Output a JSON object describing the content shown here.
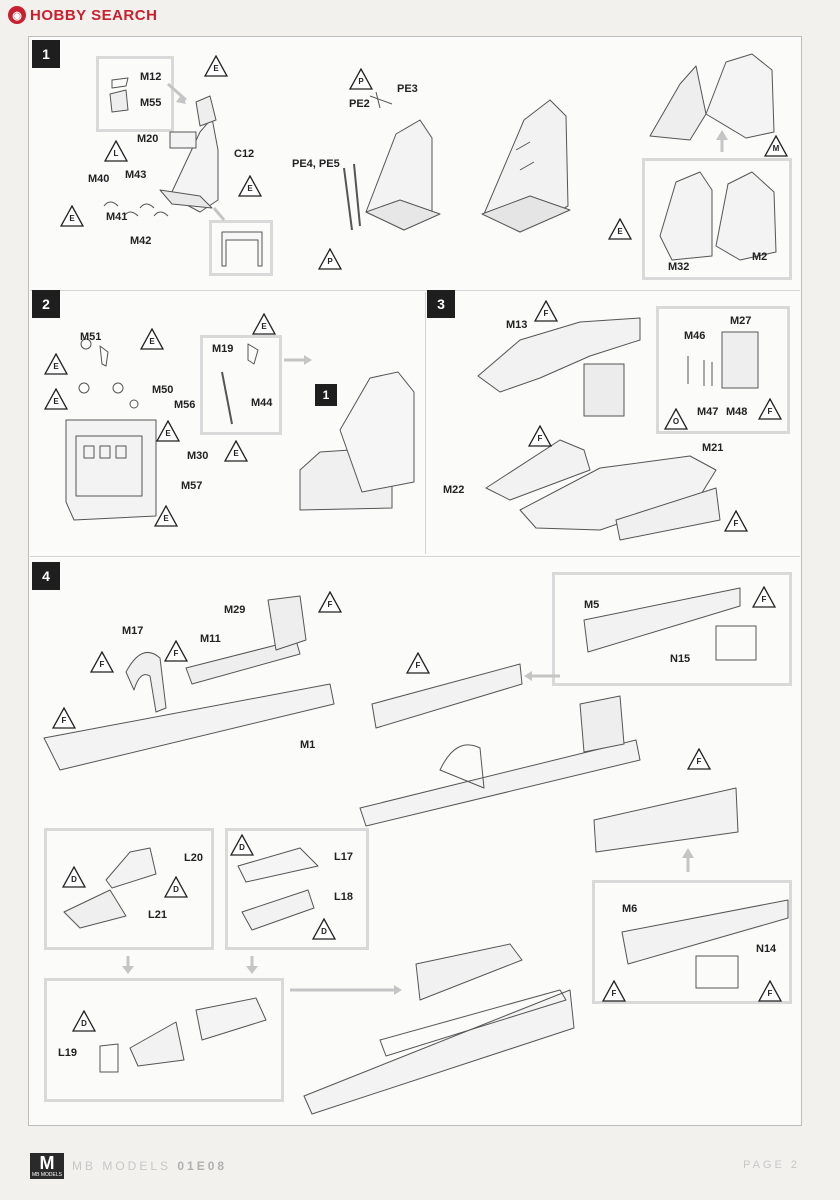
{
  "header": {
    "site_name": "HOBBY SEARCH"
  },
  "steps": [
    {
      "number": "1"
    },
    {
      "number": "2"
    },
    {
      "number": "3"
    },
    {
      "number": "4"
    }
  ],
  "ref_badge": "1",
  "part_labels": {
    "M12": "M12",
    "M55": "M55",
    "M20": "M20",
    "C12": "C12",
    "M40": "M40",
    "M43": "M43",
    "M41": "M41",
    "M42": "M42",
    "PE3": "PE3",
    "PE2": "PE2",
    "PE4_PE5": "PE4, PE5",
    "M32": "M32",
    "M2": "M2",
    "M51": "M51",
    "M50": "M50",
    "M56": "M56",
    "M30": "M30",
    "M57": "M57",
    "M19": "M19",
    "M44": "M44",
    "M13": "M13",
    "M27": "M27",
    "M46": "M46",
    "M47": "M47",
    "M48": "M48",
    "M22": "M22",
    "M21": "M21",
    "M29": "M29",
    "M17": "M17",
    "M11": "M11",
    "M1": "M1",
    "M5": "M5",
    "N15": "N15",
    "L20": "L20",
    "L21": "L21",
    "L17": "L17",
    "L18": "L18",
    "M6": "M6",
    "N14": "N14",
    "L19": "L19"
  },
  "paint_codes": {
    "E": "E",
    "P": "P",
    "L": "L",
    "M": "M",
    "F": "F",
    "O": "O",
    "D": "D"
  },
  "footer": {
    "logo_letter": "M",
    "logo_caption": "MB MODELS",
    "brand": "MB MODELS",
    "kit_code": "01E08",
    "page": "PAGE 2"
  }
}
